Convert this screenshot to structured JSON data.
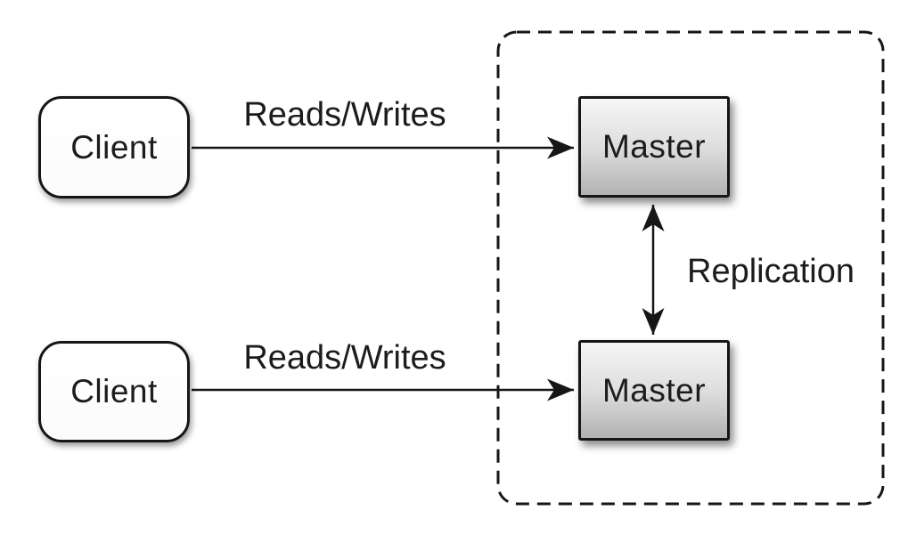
{
  "nodes": {
    "clients": [
      {
        "label": "Client"
      },
      {
        "label": "Client"
      }
    ],
    "masters": [
      {
        "label": "Master"
      },
      {
        "label": "Master"
      }
    ]
  },
  "edges": {
    "reads_writes_top": {
      "label": "Reads/Writes",
      "from": "client-top",
      "to": "master-top",
      "direction": "right"
    },
    "reads_writes_bottom": {
      "label": "Reads/Writes",
      "from": "client-bottom",
      "to": "master-bottom",
      "direction": "right"
    },
    "replication": {
      "label": "Replication",
      "from": "master-top",
      "to": "master-bottom",
      "direction": "both"
    }
  },
  "colors": {
    "background": "#ffffff",
    "stroke": "#161616",
    "client_fill": "#ffffff",
    "master_gradient_top": "#f6f6f6",
    "master_gradient_bottom": "#b2b2b2"
  }
}
